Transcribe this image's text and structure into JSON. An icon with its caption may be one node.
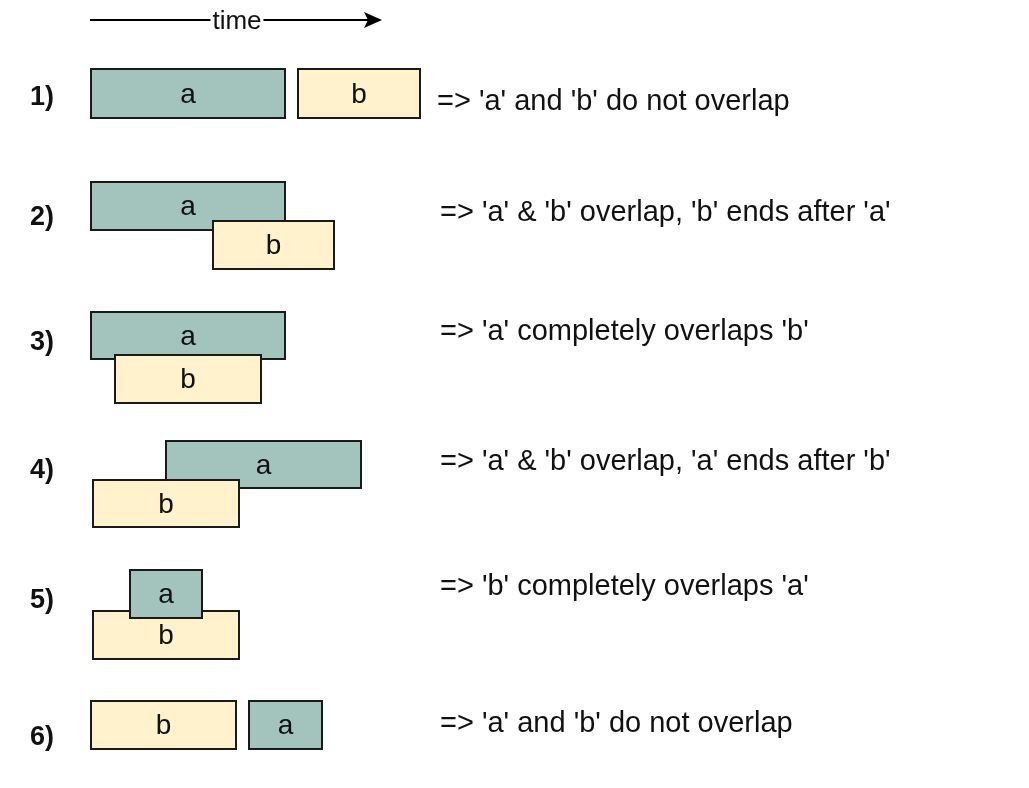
{
  "diagram": {
    "nodes": [
      {
        "text": [
          "a"
        ]
      },
      {
        "text": [
          "b"
        ]
      },
      {
        "text": [
          "a"
        ]
      },
      {
        "text": [
          "b"
        ]
      },
      {
        "text": [
          "a"
        ]
      },
      {
        "text": [
          "b"
        ]
      },
      {
        "text": [
          "a"
        ]
      },
      {
        "text": [
          "b"
        ]
      },
      {
        "text": [
          "a"
        ]
      },
      {
        "text": [
          "b"
        ]
      },
      {
        "text": [
          "b"
        ]
      },
      {
        "text": [
          "a"
        ]
      }
    ],
    "labels": [
      "time",
      "1)",
      "=> 'a' and 'b' do not overlap",
      "2)",
      "=> 'a' & 'b' overlap, 'b' ends after 'a'",
      "3)",
      "=> 'a' completely overlaps 'b'",
      "4)",
      "=> 'a' & 'b' overlap, 'a' ends after 'b'",
      "5)",
      "=> 'b' completely overlaps 'a'",
      "6)",
      "=> 'a' and 'b' do not overlap"
    ]
  }
}
